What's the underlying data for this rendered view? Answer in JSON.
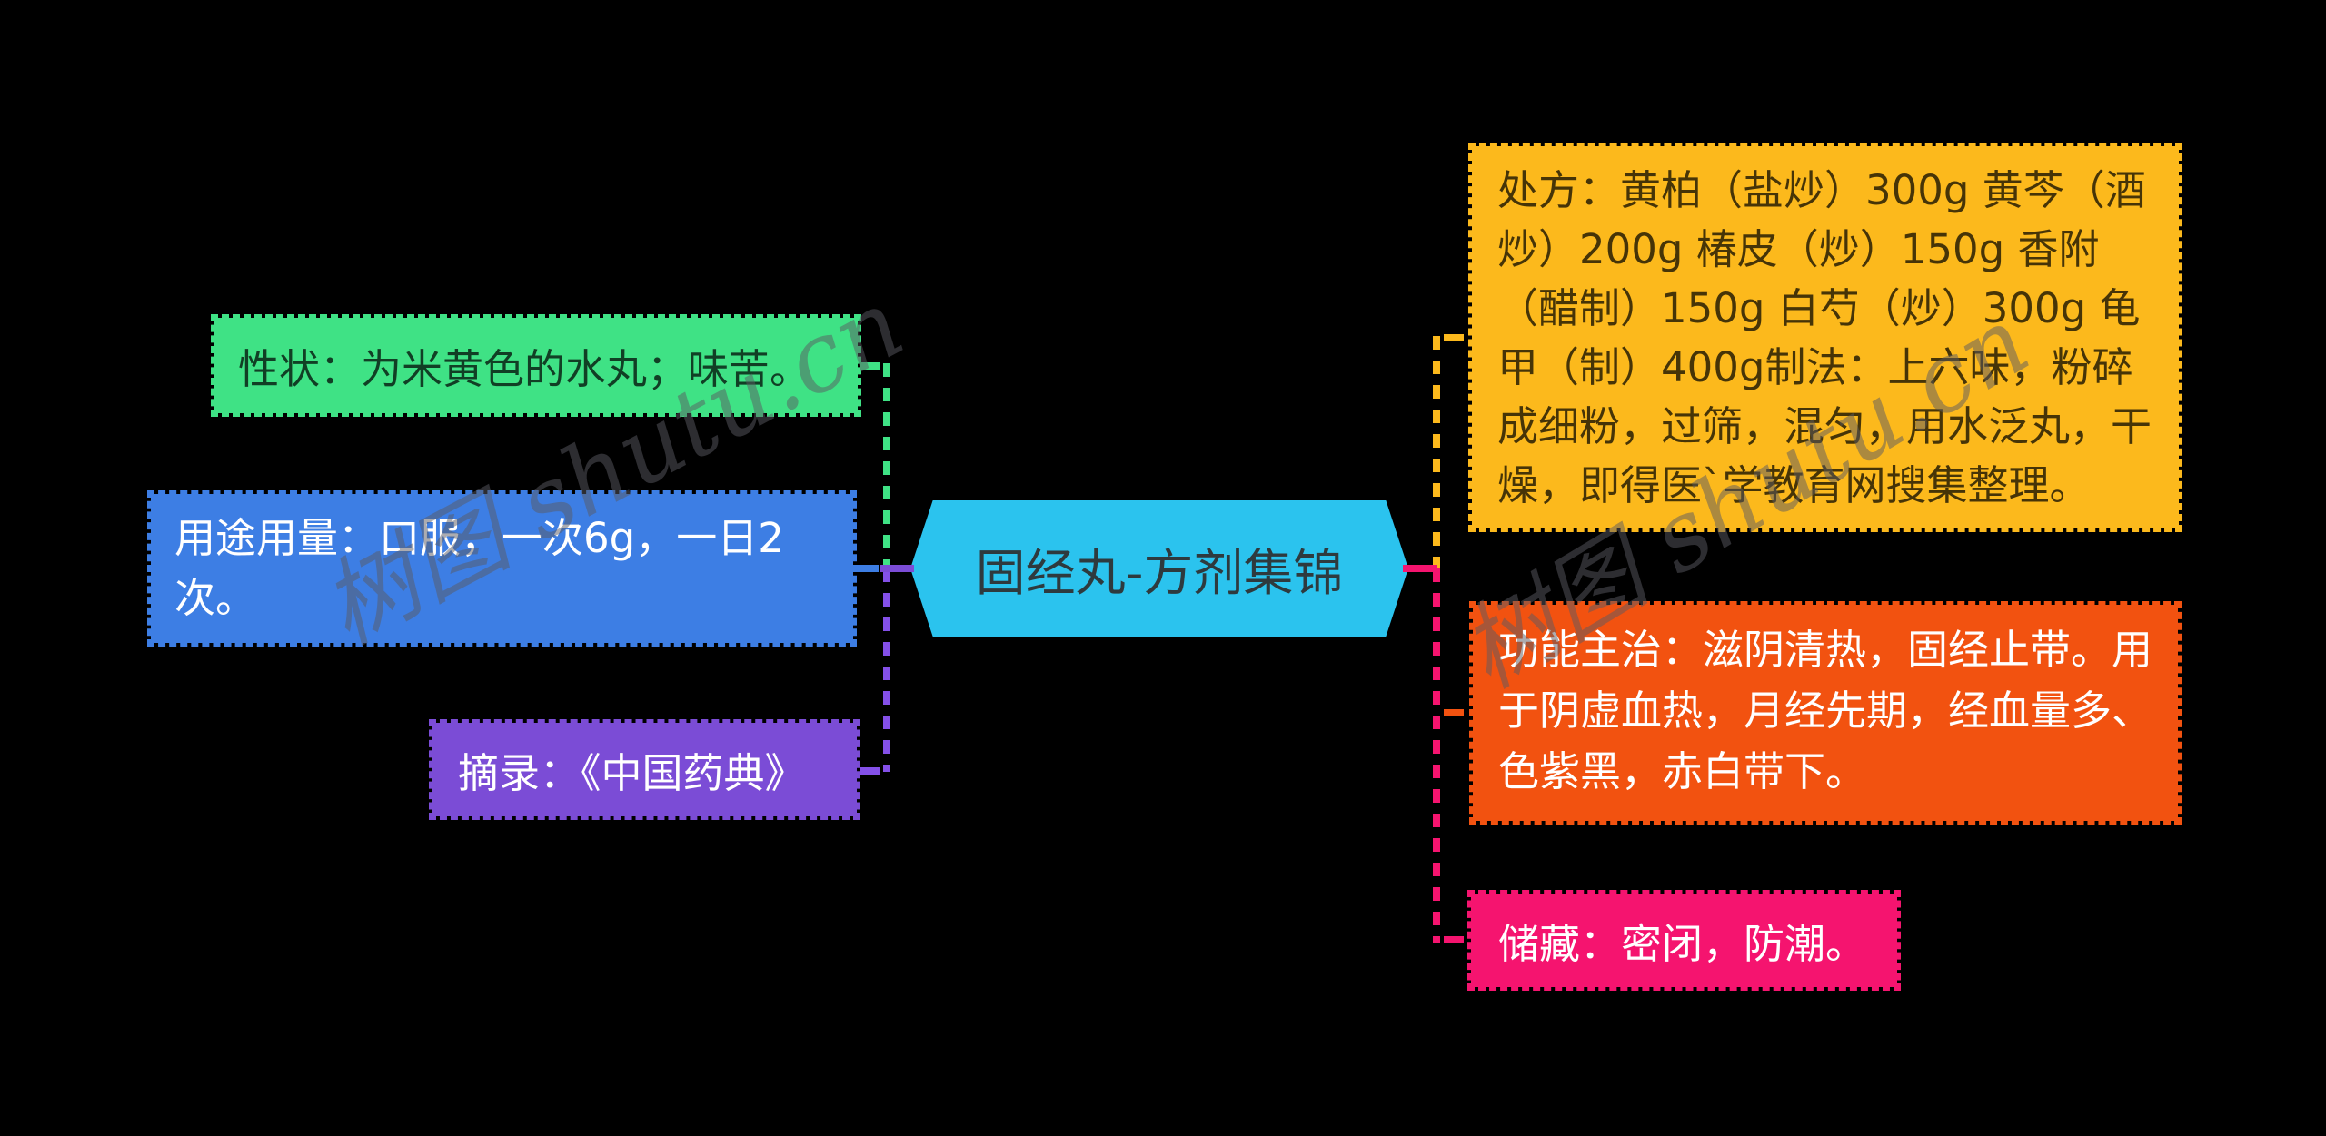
{
  "canvas": {
    "background": "#000000"
  },
  "watermark": {
    "text": "树图 shutu.cn"
  },
  "center": {
    "label": "固经丸-方剂集锦",
    "color": "#2BC3EE",
    "text_color": "#2E3A3E"
  },
  "branches": {
    "xingzhuang": {
      "label": "性状：为米黄色的水丸；味苦。",
      "color": "#3FE285"
    },
    "yongtu": {
      "label": "用途用量：口服，一次6g，一日2次。",
      "color": "#3D7EE4"
    },
    "zhailu": {
      "label": "摘录：《中国药典》",
      "color": "#7B4CD6"
    },
    "chufang": {
      "label": "处方：黄柏（盐炒）300g 黄芩（酒炒）200g 椿皮（炒）150g 香附（醋制）150g 白芍（炒）300g 龟甲（制）400g制法：上六味，粉碎成细粉，过筛，混匀，用水泛丸，干燥，即得医`学教育网搜集整理。",
      "color": "#FCB91C"
    },
    "gongneng": {
      "label": "功能主治：滋阴清热，固经止带。用于阴虚血热，月经先期，经血量多、色紫黑，赤白带下。",
      "color": "#F25210"
    },
    "chucang": {
      "label": "储藏：密闭，防潮。",
      "color": "#F5146F"
    }
  },
  "connectors": {
    "left_upper_dashed": "#3FE285",
    "left_lower_dashed": "#8450E8",
    "left_trunk_solid": "#7B4CD6",
    "right_upper_dashed": "#FCB91C",
    "right_lower_dashed": "#F5146F",
    "right_trunk_solid": "#F5146F"
  }
}
